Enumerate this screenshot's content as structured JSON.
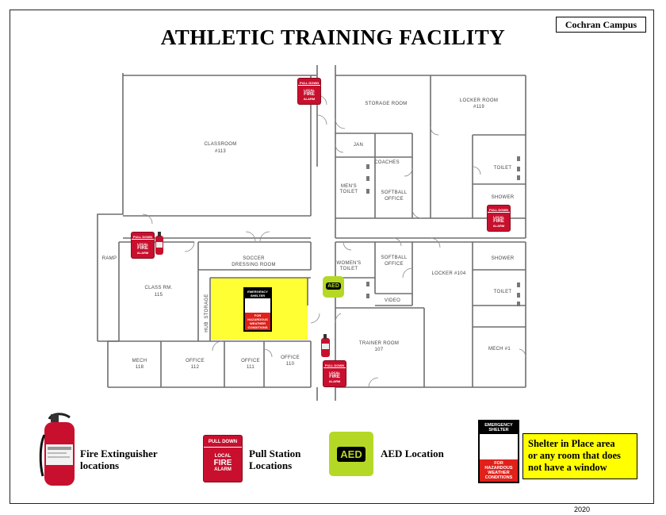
{
  "header": {
    "title": "ATHLETIC TRAINING FACILITY",
    "campus": "Cochran Campus",
    "year": "2020"
  },
  "rooms": {
    "classroom": "CLASSROOM",
    "classroom_num": "#113",
    "storage": "STORAGE ROOM",
    "locker119": "LOCKER ROOM",
    "locker119_num": "#119",
    "jan": "JAN",
    "coach": "COACHES",
    "mens": "MEN'S",
    "toilet": "TOILET",
    "softball_office": "SOFTBALL",
    "office_word": "OFFICE",
    "shower": "SHOWER",
    "ramp": "RAMP",
    "soccer": "SOCCER",
    "dressing": "DRESSING ROOM",
    "class_rm": "CLASS RM.",
    "class_rm_num": "115",
    "storage_v": "STORAGE",
    "hub": "HUB",
    "womens": "WOMEN'S",
    "softball_office2": "SOFTBALL",
    "locker104": "LOCKER #104",
    "video": "VIDEO",
    "trainer": "TRAINER ROOM",
    "trainer_num": "107",
    "mech118": "MECH",
    "mech118_num": "118",
    "office112": "OFFICE",
    "office112_num": "112",
    "office111": "OFFICE",
    "office111_num": "111",
    "office110": "OFFICE",
    "office110_num": "110",
    "mech1": "MECH #1"
  },
  "markers": {
    "pull": {
      "top": "PULL DOWN",
      "local": "LOCAL",
      "fire": "FIRE",
      "alarm": "ALARM"
    },
    "aed": "AED",
    "shelter": {
      "head1": "EMERGENCY",
      "head2": "SHELTER",
      "foot1": "FOR",
      "foot2": "HAZARDOUS",
      "foot3": "WEATHER",
      "foot4": "CONDITIONS"
    }
  },
  "legend": {
    "extinguisher": "Fire Extinguisher locations",
    "extinguisher_l1": "Fire Extinguisher",
    "extinguisher_l2": "locations",
    "pull_l1": "Pull Station",
    "pull_l2": "Locations",
    "aed": "AED Location",
    "shelter_l1": "Shelter in Place area",
    "shelter_l2": "or any room that does",
    "shelter_l3": "not have a window"
  },
  "colors": {
    "shelter_area": "#ffff33",
    "pull_station": "#c8102e",
    "aed": "#b5d827",
    "extinguisher": "#c8102e",
    "note_bg": "#ffff00"
  }
}
